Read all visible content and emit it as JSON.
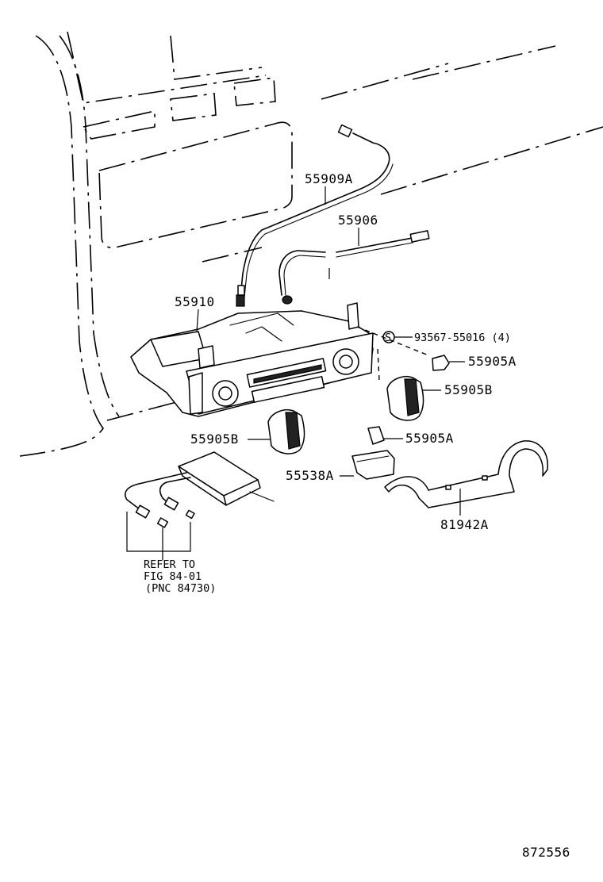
{
  "diagram": {
    "callouts": {
      "p55909A": "55909A",
      "p55906": "55906",
      "p55910": "55910",
      "p93567": "93567-55016 (4)",
      "p55905A_top": "55905A",
      "p55905B_right": "55905B",
      "p55905B_left": "55905B",
      "p55905A_mid": "55905A",
      "p55538A": "55538A",
      "p81942A": "81942A"
    },
    "refer_note": {
      "line1": "REFER TO",
      "line2": "FIG 84-01",
      "line3": "(PNC 84730)"
    },
    "figure_number": "872556"
  }
}
